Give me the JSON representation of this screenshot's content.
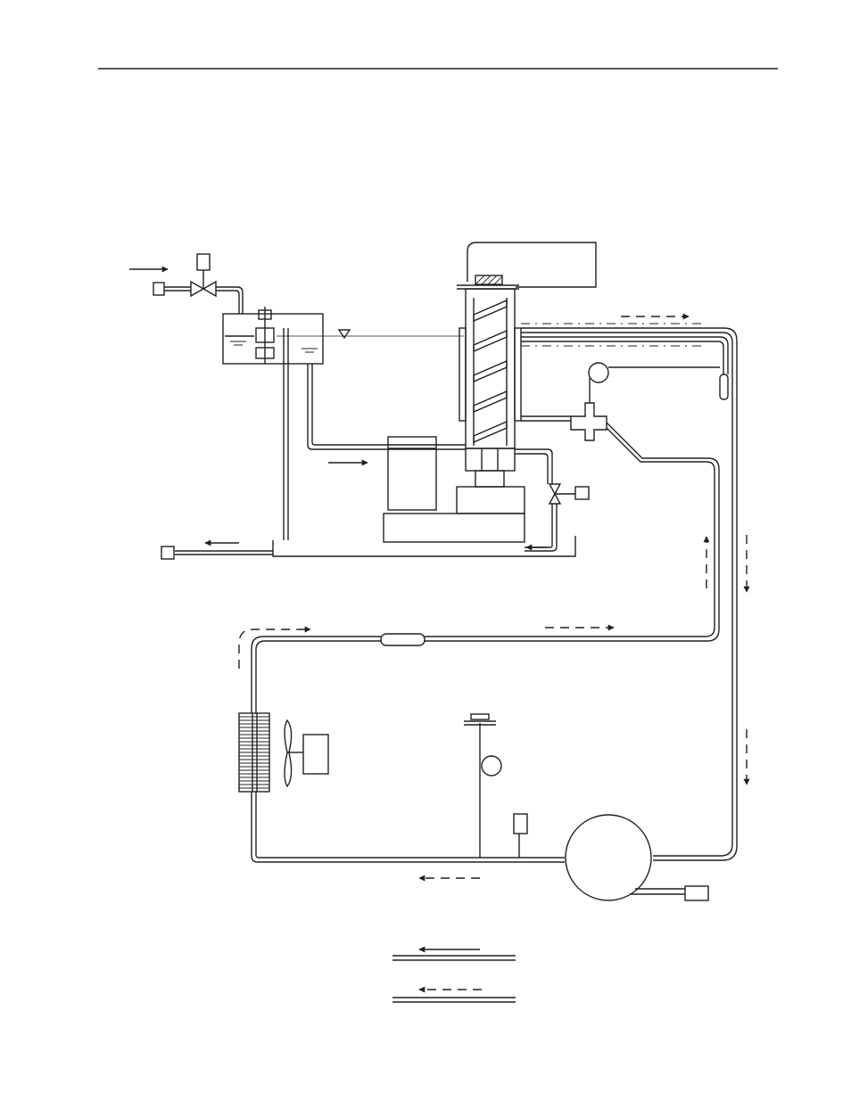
{
  "page": {
    "background": "#ffffff",
    "ink": "#231f20"
  },
  "diagram": {
    "kind": "refrigeration-and-ice-making-flow-schematic",
    "labels": [],
    "legend": [
      {
        "line": "double-line",
        "arrow": "solid-arrow"
      },
      {
        "line": "double-line",
        "arrow": "dashed-arrow"
      }
    ]
  }
}
